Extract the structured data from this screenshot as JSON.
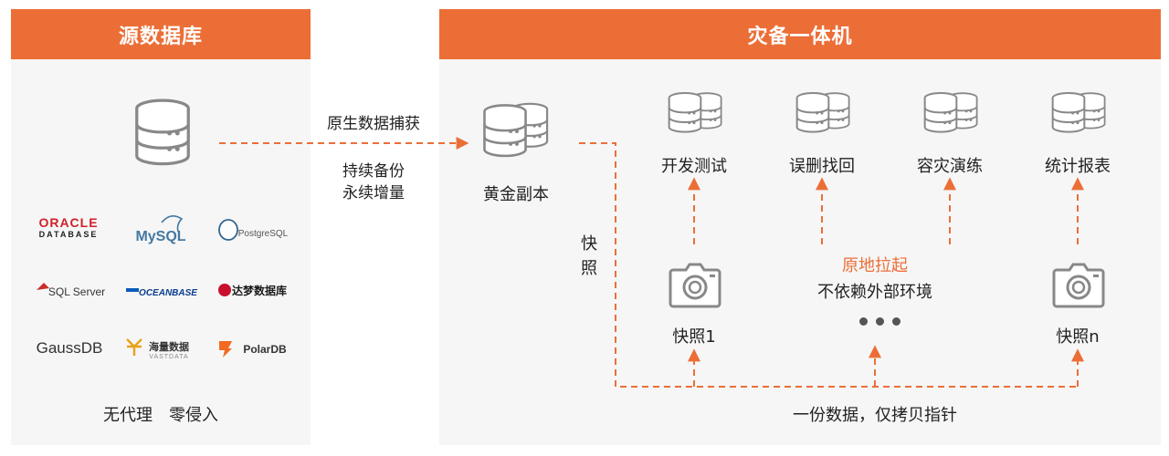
{
  "left_panel": {
    "title": "源数据库",
    "logos": [
      {
        "name": "oracle",
        "line1": "ORACLE",
        "line2": "DATABASE"
      },
      {
        "name": "mysql",
        "line1": "MySQL"
      },
      {
        "name": "postgresql",
        "line1": "PostgreSQL"
      },
      {
        "name": "sqlserver",
        "line1": "SQL Server"
      },
      {
        "name": "oceanbase",
        "line1": "OCEANBASE"
      },
      {
        "name": "dameng",
        "line1": "达梦数据库"
      },
      {
        "name": "gaussdb",
        "line1": "GaussDB"
      },
      {
        "name": "vastdata",
        "line1": "海量数据",
        "line2": "VASTDATA"
      },
      {
        "name": "polardb",
        "line1": "PolarDB"
      }
    ],
    "footer": "无代理　零侵入"
  },
  "middle": {
    "capture_label": "原生数据捕获",
    "backup_line1": "持续备份",
    "backup_line2": "永续增量"
  },
  "right_panel": {
    "title": "灾备一体机",
    "golden_copy": "黄金副本",
    "snapshot_vertical": "快照",
    "uses": [
      "开发测试",
      "误删找回",
      "容灾演练",
      "统计报表"
    ],
    "mount_title": "原地拉起",
    "mount_sub": "不依赖外部环境",
    "snapshot_1": "快照1",
    "snapshot_n": "快照n",
    "pointer_note": "一份数据，仅拷贝指针"
  },
  "colors": {
    "accent": "#ec6e37",
    "panel_bg": "#f6f6f6",
    "icon_gray": "#888888"
  },
  "icons": [
    "database-icon",
    "snapshot-camera-icon",
    "ellipsis-icon"
  ]
}
